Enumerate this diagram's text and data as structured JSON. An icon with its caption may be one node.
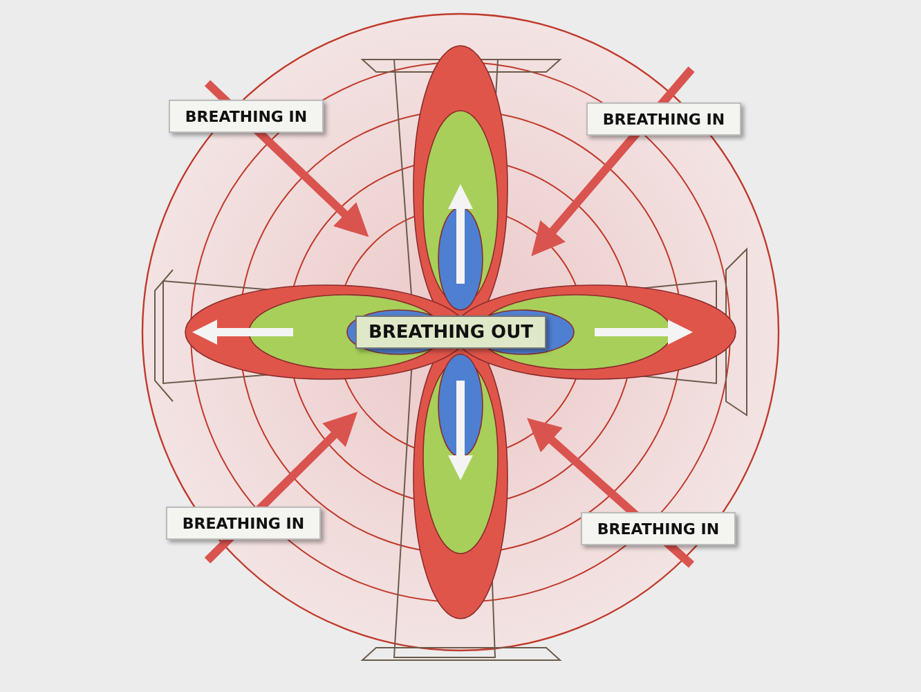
{
  "diagram": {
    "nodes": [
      {
        "text": [
          "BREATHING IN"
        ]
      },
      {
        "text": [
          "BREATHING IN"
        ]
      },
      {
        "text": [
          "BREATHING OUT"
        ]
      },
      {
        "text": [
          "BREATHING IN"
        ]
      },
      {
        "text": [
          "BREATHING IN"
        ]
      }
    ]
  }
}
